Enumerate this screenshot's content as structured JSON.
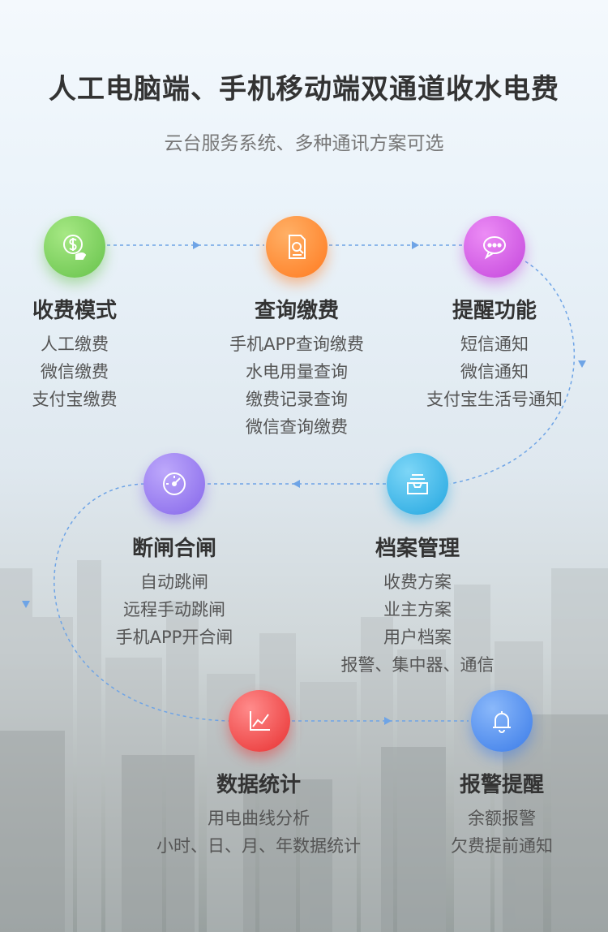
{
  "title": "人工电脑端、手机移动端双通道收水电费",
  "subtitle": "云台服务系统、多种通讯方案可选",
  "features": [
    {
      "name": "收费模式",
      "items": [
        "人工缴费",
        "微信缴费",
        "支付宝缴费"
      ],
      "icon": "dollar-hand-icon",
      "color": "#7ed35e"
    },
    {
      "name": "查询缴费",
      "items": [
        "手机APP查询缴费",
        "水电用量查询",
        "缴费记录查询",
        "微信查询缴费"
      ],
      "icon": "document-search-icon",
      "color": "#ff8a33"
    },
    {
      "name": "提醒功能",
      "items": [
        "短信通知",
        "微信通知",
        "支付宝生活号通知"
      ],
      "icon": "chat-bubble-icon",
      "color": "#d35ee6"
    },
    {
      "name": "断闸合闸",
      "items": [
        "自动跳闸",
        "远程手动跳闸",
        "手机APP开合闸"
      ],
      "icon": "gauge-icon",
      "color": "#9a7df0"
    },
    {
      "name": "档案管理",
      "items": [
        "收费方案",
        "业主方案",
        "用户档案",
        "报警、集中器、通信"
      ],
      "icon": "archive-tray-icon",
      "color": "#3fb6ea"
    },
    {
      "name": "数据统计",
      "items": [
        "用电曲线分析",
        "小时、日、月、年数据统计"
      ],
      "icon": "line-chart-icon",
      "color": "#f24a4a"
    },
    {
      "name": "报警提醒",
      "items": [
        "余额报警",
        "欠费提前通知"
      ],
      "icon": "bell-icon",
      "color": "#4d8ff0"
    }
  ]
}
